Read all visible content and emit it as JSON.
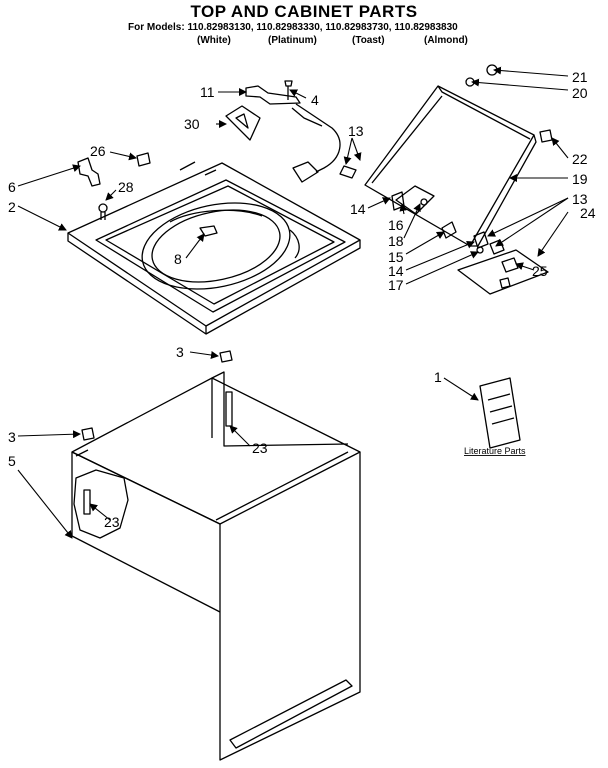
{
  "header": {
    "title": "TOP AND CABINET PARTS",
    "models": "For Models: 110.82983130, 110.82983330, 110.82983730, 110.82983830",
    "colors": [
      "(White)",
      "(Platinum)",
      "(Toast)",
      "(Almond)"
    ]
  },
  "callouts": {
    "c1": "1",
    "c2": "2",
    "c3a": "3",
    "c3b": "3",
    "c4": "4",
    "c5": "5",
    "c6": "6",
    "c8": "8",
    "c11": "11",
    "c13a": "13",
    "c13b": "13",
    "c14a": "14",
    "c14b": "14",
    "c15": "15",
    "c16": "16",
    "c17": "17",
    "c18": "18",
    "c19": "19",
    "c20": "20",
    "c21": "21",
    "c22": "22",
    "c23a": "23",
    "c23b": "23",
    "c24": "24",
    "c25": "25",
    "c26": "26",
    "c28": "28",
    "c30": "30"
  },
  "literature": {
    "label": "Literature Parts"
  }
}
